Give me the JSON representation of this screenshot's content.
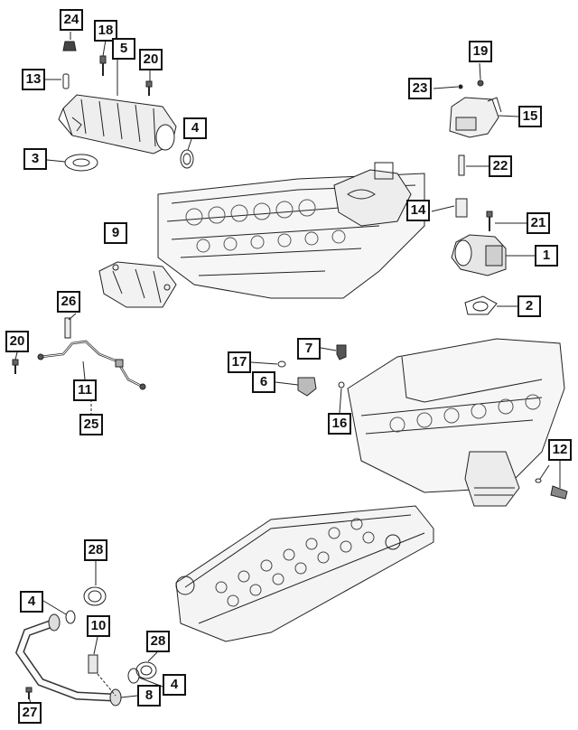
{
  "diagram": {
    "callouts": [
      {
        "id": "c24",
        "label": "24"
      },
      {
        "id": "c18",
        "label": "18"
      },
      {
        "id": "c5",
        "label": "5"
      },
      {
        "id": "c20a",
        "label": "20"
      },
      {
        "id": "c13",
        "label": "13"
      },
      {
        "id": "c3",
        "label": "3"
      },
      {
        "id": "c4a",
        "label": "4"
      },
      {
        "id": "c19",
        "label": "19"
      },
      {
        "id": "c23",
        "label": "23"
      },
      {
        "id": "c15",
        "label": "15"
      },
      {
        "id": "c22",
        "label": "22"
      },
      {
        "id": "c14",
        "label": "14"
      },
      {
        "id": "c21",
        "label": "21"
      },
      {
        "id": "c1",
        "label": "1"
      },
      {
        "id": "c2",
        "label": "2"
      },
      {
        "id": "c9",
        "label": "9"
      },
      {
        "id": "c26",
        "label": "26"
      },
      {
        "id": "c20b",
        "label": "20"
      },
      {
        "id": "c11",
        "label": "11"
      },
      {
        "id": "c25",
        "label": "25"
      },
      {
        "id": "c17",
        "label": "17"
      },
      {
        "id": "c7",
        "label": "7"
      },
      {
        "id": "c6",
        "label": "6"
      },
      {
        "id": "c16",
        "label": "16"
      },
      {
        "id": "c12",
        "label": "12"
      },
      {
        "id": "c28a",
        "label": "28"
      },
      {
        "id": "c4b",
        "label": "4"
      },
      {
        "id": "c10",
        "label": "10"
      },
      {
        "id": "c28b",
        "label": "28"
      },
      {
        "id": "c4c",
        "label": "4"
      },
      {
        "id": "c8",
        "label": "8"
      },
      {
        "id": "c27",
        "label": "27"
      }
    ]
  }
}
